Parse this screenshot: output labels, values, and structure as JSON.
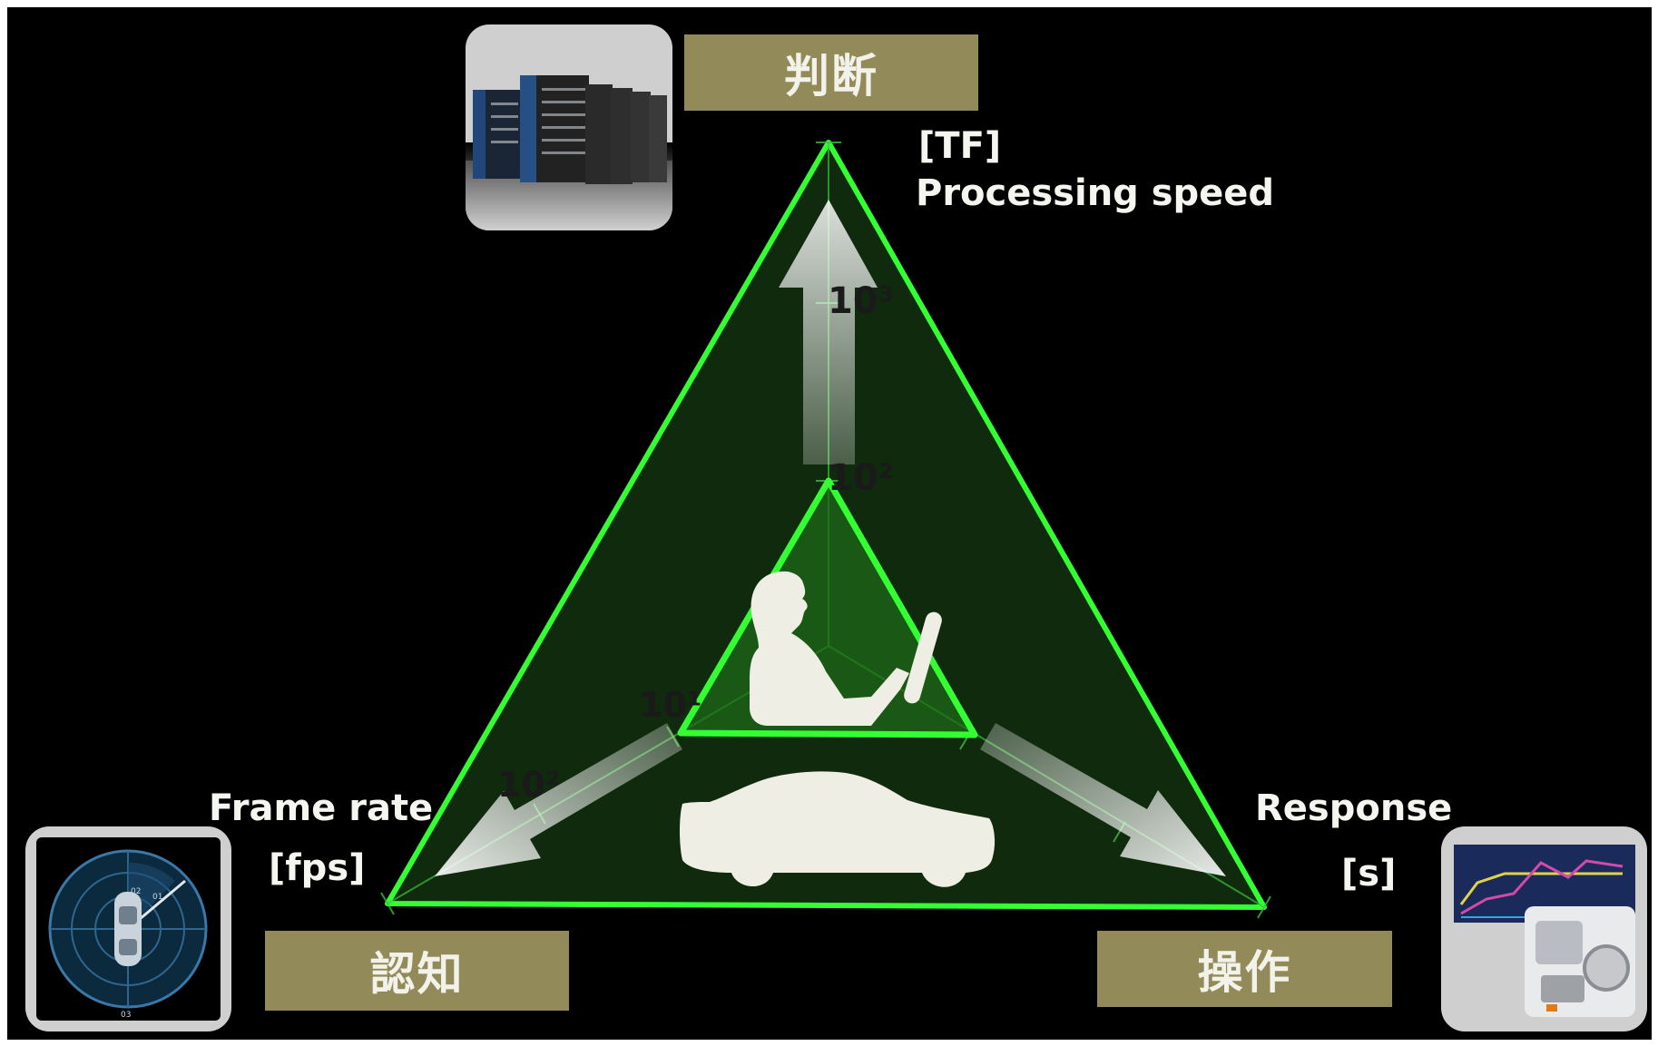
{
  "labels": {
    "judgment": "判断",
    "recognition": "認知",
    "operation": "操作"
  },
  "axes": {
    "processing": {
      "unit": "[TF]",
      "name": "Processing speed"
    },
    "frame": {
      "name": "Frame rate",
      "unit": "[fps]"
    },
    "response": {
      "name": "Response",
      "unit": "[s]"
    }
  },
  "ticks": {
    "top_outer": "10³",
    "top_inner": "10²",
    "left_inner": "10¹",
    "left_outer": "10²"
  },
  "icons": {
    "judgment": "server-rack-icon",
    "recognition": "car-radar-icon",
    "operation": "motor-engine-icon",
    "center_driver": "driver-silhouette-icon",
    "center_car": "car-silhouette-icon"
  },
  "colors": {
    "background": "#000000",
    "triangle_stroke": "#33ff33",
    "label_box": "#928a58",
    "label_text": "#f2f2ea",
    "silhouette": "#efeee4"
  }
}
